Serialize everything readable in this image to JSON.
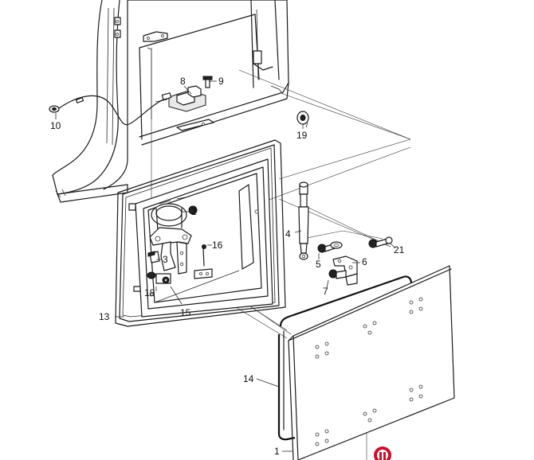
{
  "callouts": {
    "c1": "1",
    "c2": "2",
    "c3": "3",
    "c4": "4",
    "c5": "5",
    "c6": "6",
    "c7": "7",
    "c8": "8",
    "c9": "9",
    "c10": "10",
    "c13": "13",
    "c14": "14",
    "c15": "15",
    "c16": "16",
    "c18": "18",
    "c19": "19",
    "c21": "21"
  },
  "colors": {
    "line": "#1a1a1a",
    "background": "#ffffff",
    "marker": "#c8102e"
  },
  "marker_icon": "hotspot-marker-icon"
}
